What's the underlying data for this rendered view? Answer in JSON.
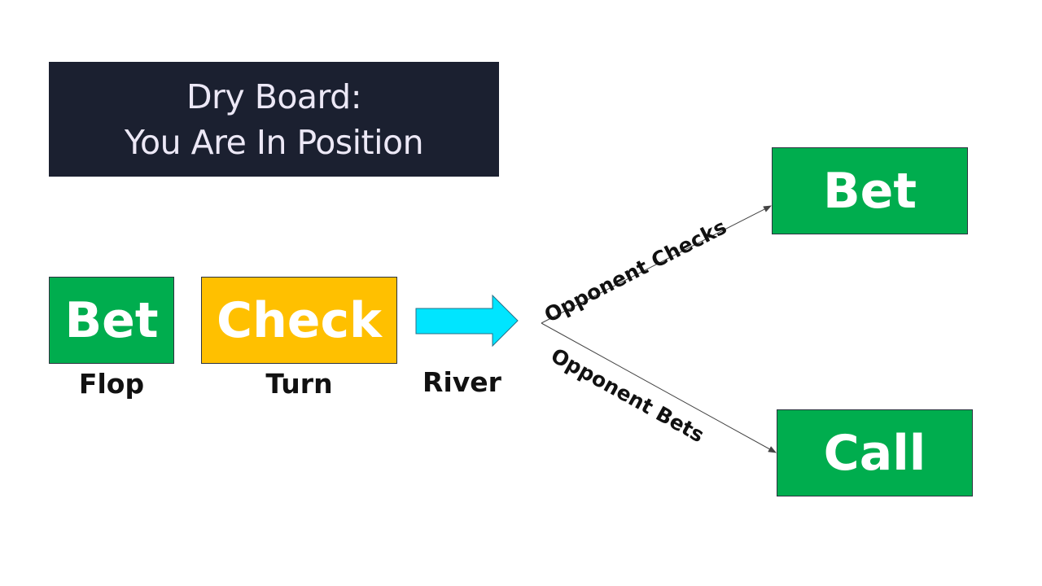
{
  "title": {
    "line1": "Dry Board:",
    "line2": "You Are In Position"
  },
  "streets": {
    "flop": {
      "action": "Bet",
      "label": "Flop"
    },
    "turn": {
      "action": "Check",
      "label": "Turn"
    },
    "river": {
      "label": "River"
    }
  },
  "branches": {
    "checks": {
      "label": "Opponent Checks",
      "action": "Bet"
    },
    "bets": {
      "label": "Opponent Bets",
      "action": "Call"
    }
  },
  "colors": {
    "title_bg": "#1b2030",
    "title_text": "#ece8f6",
    "green": "#00ad4e",
    "yellow": "#ffc000",
    "arrow": "#00e5ff"
  }
}
